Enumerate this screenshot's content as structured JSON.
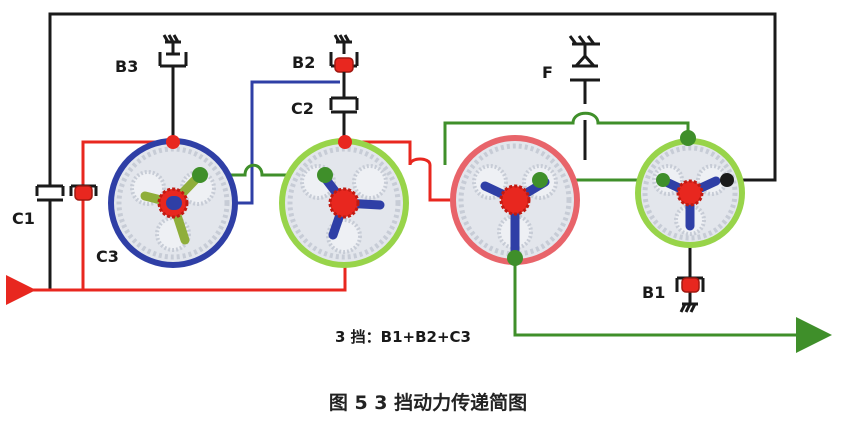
{
  "labels": {
    "b3": "B3",
    "b2": "B2",
    "c2": "C2",
    "f": "F",
    "c1": "C1",
    "c3": "C3",
    "b1": "B1",
    "gear_state": "3 挡：B1+B2+C3"
  },
  "caption": "图 5  3 挡动力传递简图",
  "colors": {
    "black": "#1a1a1a",
    "red": "#e8271f",
    "blue": "#2f3fa6",
    "green": "#3f8f2a",
    "lightgreen": "#98d44a",
    "pinkring": "#e8646a",
    "gearbody": "#e3e6ec"
  }
}
